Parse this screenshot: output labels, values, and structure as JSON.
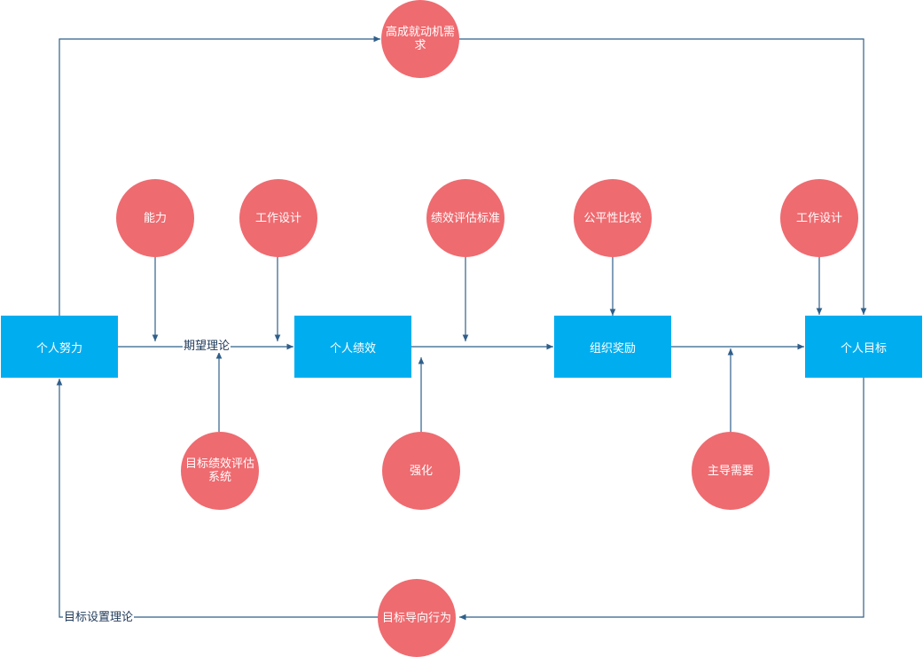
{
  "colors": {
    "box": "#00aeef",
    "circle": "#ee6b70",
    "edge": "#2f5f8a",
    "label": "#1f3a5a"
  },
  "nodes": {
    "effort": "个人努力",
    "performance": "个人绩效",
    "reward": "组织奖励",
    "goal": "个人目标"
  },
  "factors": {
    "high_motivation": "高成就动机需求",
    "ability": "能力",
    "job_design_1": "工作设计",
    "perf_criteria": "绩效评估标准",
    "equity": "公平性比较",
    "job_design_2": "工作设计",
    "objective_appraisal": "目标绩效评估系统",
    "reinforcement": "强化",
    "dominant_needs": "主导需要",
    "goal_behavior": "目标导向行为"
  },
  "edge_labels": {
    "expectancy": "期望理论",
    "goal_setting": "目标设置理论"
  }
}
